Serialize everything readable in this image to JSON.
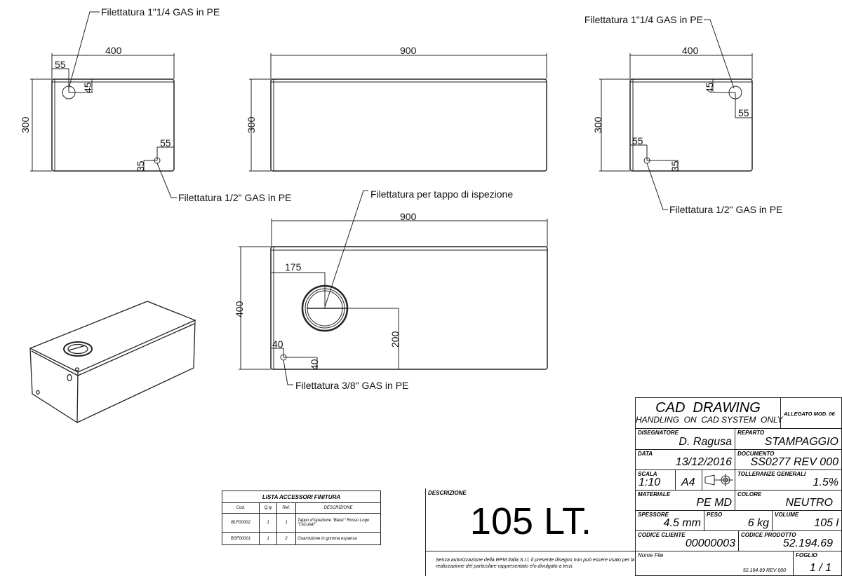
{
  "views": {
    "left": {
      "width": "400",
      "height": "300",
      "dim_a": "55",
      "dim_b": "45",
      "dim_c": "55",
      "dim_d": "35",
      "top_note": "Filettatura 1\"1/4 GAS in PE",
      "bottom_note": "Filettatura 1/2\" GAS in PE"
    },
    "front": {
      "width": "900",
      "height": "300"
    },
    "right": {
      "width": "400",
      "height": "300",
      "dim_a": "45",
      "dim_b": "55",
      "dim_c": "55",
      "dim_d": "35",
      "top_note": "Filettatura 1\"1/4 GAS in PE",
      "bottom_note": "Filettatura 1/2\" GAS in PE"
    },
    "top": {
      "width": "900",
      "height": "400",
      "dim_x": "175",
      "dim_y": "200",
      "dim_a": "40",
      "dim_b": "40",
      "cap_note": "Filettatura per tappo di ispezione",
      "hole_note": "Filettatura 3/8\" GAS in PE"
    }
  },
  "accessories": {
    "title": "LISTA ACCESSORI FINITURA",
    "headers": [
      "Cod.",
      "Q.ty",
      "Ref.",
      "DESCRIZIONE"
    ],
    "rows": [
      [
        "BLF00002",
        "1",
        "1",
        "Tappo d'ispezione \"Basic\" Rosso Logo \"Osculati\""
      ],
      [
        "BSF00001",
        "1",
        "2",
        "Guarnizione in gomma espansa"
      ]
    ]
  },
  "description": {
    "label": "DESCRIZIONE",
    "value": "105 LT.",
    "disclaimer": "Senza autorizzazione della RPM Italia S.r.l. il presente disegno non può essere usato per la realizzazione del particolare rappresentato e/o divulgato a terzi."
  },
  "title_block": {
    "title": "CAD  DRAWING",
    "subtitle": "HANDLING  ON  CAD SYSTEM  ONLY",
    "allegato": "ALLEGATO MOD. 06",
    "disegnatore_label": "DISEGNATORE",
    "disegnatore": "D. Ragusa",
    "reparto_label": "REPARTO",
    "reparto": "STAMPAGGIO",
    "data_label": "DATA",
    "data": "13/12/2016",
    "documento_label": "DOCUMENTO",
    "documento": "SS0277 REV 000",
    "scala_label": "SCALA",
    "scala": "1:10",
    "formato": "A4",
    "tolleranze_label": "TOLLERANZE GENERALI",
    "tolleranze": "1.5%",
    "materiale_label": "MATERIALE",
    "materiale": "PE MD",
    "colore_label": "COLORE",
    "colore": "NEUTRO",
    "spessore_label": "SPESSORE",
    "spessore": "4.5 mm",
    "peso_label": "PESO",
    "peso": "6 kg",
    "volume_label": "VOLUME",
    "volume": "105 l",
    "codice_cliente_label": "CODICE CLIENTE",
    "codice_cliente": "00000003",
    "codice_prodotto_label": "CODICE PRODOTTO",
    "codice_prodotto": "52.194.69",
    "nome_file_label": "Nome File",
    "nome_file": "52.194.69 REV 000",
    "foglio_label": "FOGLIO",
    "foglio": "1 / 1"
  }
}
